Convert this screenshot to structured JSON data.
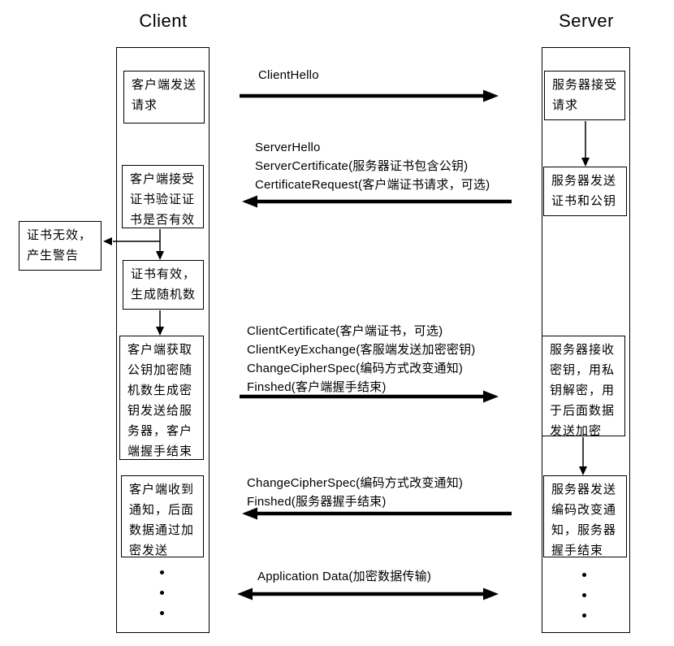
{
  "colors": {
    "ink": "#000000",
    "background": "#ffffff"
  },
  "client": {
    "title": "Client",
    "box1": "客户端发送\n请求",
    "box2": "客户端接受\n证书验证证\n书是否有效",
    "warning": "证书无效，\n产生警告",
    "box3": "证书有效，\n生成随机数",
    "box4": "客户端获取\n公钥加密随\n机数生成密\n钥发送给服\n务器，客户\n端握手结束",
    "box5": "客户端收到\n通知，后面\n数据通过加\n密发送"
  },
  "server": {
    "title": "Server",
    "box1": "服务器接受\n请求",
    "box2": "服务器发送\n证书和公钥",
    "box3": "服务器接收\n密钥，用私\n钥解密，用\n于后面数据\n发送加密",
    "box4": "服务器发送\n编码改变通\n知，服务器\n握手结束"
  },
  "messages": {
    "m1": {
      "direction": "client-to-server",
      "lines": [
        "ClientHello"
      ]
    },
    "m2": {
      "direction": "server-to-client",
      "lines": [
        "ServerHello",
        "ServerCertificate(服务器证书包含公钥)",
        "CertificateRequest(客户端证书请求，可选)"
      ]
    },
    "m3": {
      "direction": "client-to-server",
      "lines": [
        "ClientCertificate(客户端证书，可选)",
        "ClientKeyExchange(客服端发送加密密钥)",
        "ChangeCipherSpec(编码方式改变通知)",
        "Finshed(客户端握手结束)"
      ]
    },
    "m4": {
      "direction": "server-to-client",
      "lines": [
        "ChangeCipherSpec(编码方式改变通知)",
        "Finshed(服务器握手结束)"
      ]
    },
    "m5": {
      "direction": "bidirectional",
      "lines": [
        "Application Data(加密数据传输)"
      ]
    }
  }
}
